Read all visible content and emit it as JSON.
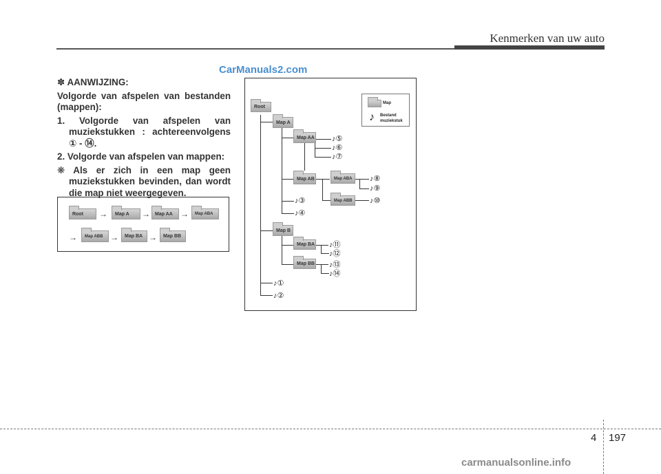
{
  "header": {
    "title": "Kenmerken van uw auto"
  },
  "watermark_top": "CarManuals2.com",
  "note": {
    "heading": "✽ AANWIJZING:",
    "line1a": "Volgorde van afspelen van bestanden",
    "line1b": "(mappen):",
    "item1a": "1. Volgorde van afspelen van",
    "item1b": "muziekstukken : achtereenvolgens",
    "item1c": "① - ⑭.",
    "item2": "2. Volgorde van afspelen van mappen:",
    "bullet_a": "❋ Als er zich in een map geen",
    "bullet_b": "muziekstukken bevinden, dan wordt",
    "bullet_c": "die map niet weergegeven."
  },
  "sequence": {
    "row1": [
      "Root",
      "Map A",
      "Map AA",
      "Map ABA"
    ],
    "row2": [
      "Map ABB",
      "Map BA",
      "Map BB"
    ],
    "arrow": "→"
  },
  "tree": {
    "folders": {
      "root": "Root",
      "a": "Map A",
      "aa": "Map AA",
      "ab": "Map AB",
      "aba": "Map ABA",
      "abb": "Map ABB",
      "b": "Map B",
      "ba": "Map BA",
      "bb": "Map BB"
    },
    "tracks": [
      "♪⑤",
      "♪⑥",
      "♪⑦",
      "♪⑧",
      "♪⑨",
      "♪⑩",
      "♪③",
      "♪④",
      "♪⑪",
      "♪⑫",
      "♪⑬",
      "♪⑭",
      "♪①",
      "♪②"
    ],
    "legend": {
      "folder": "Map",
      "note_icon": "♪",
      "file_line1": "Bestand",
      "file_line2": "muziekstuk"
    }
  },
  "footer": {
    "chapter": "4",
    "page": "197",
    "watermark": "carmanualsonline.info"
  }
}
